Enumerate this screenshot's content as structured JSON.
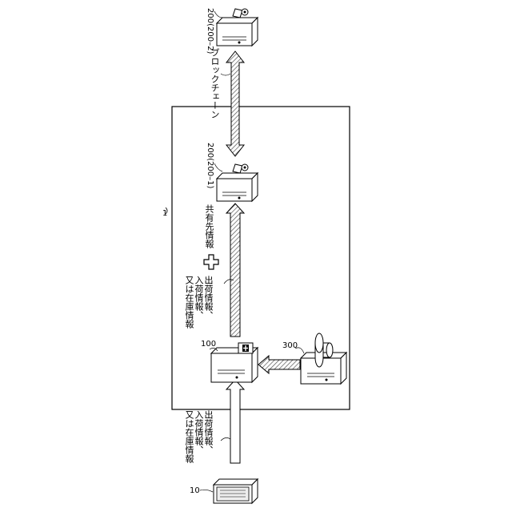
{
  "labels": {
    "system": "1",
    "terminal": "10",
    "server_main": "100",
    "server_db": "300",
    "node_inner": "200(200–1)",
    "node_outer": "200(200–2)",
    "blockchain": "ブロックチェーン",
    "shared": "共有先情報"
  },
  "info_block_left": [
    "出荷情報、",
    "入荷情報、",
    "又は在庫情報"
  ],
  "info_block_center": [
    "出荷情報、",
    "入荷情報、",
    "又は在庫情報"
  ]
}
